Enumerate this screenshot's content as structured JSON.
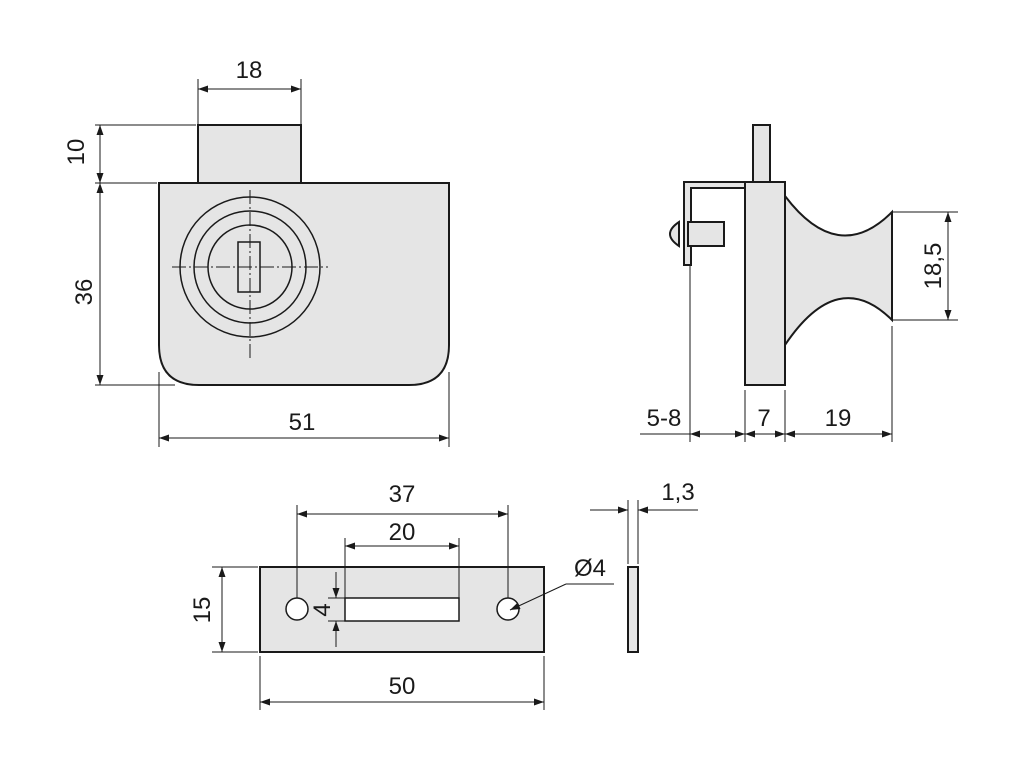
{
  "front_view": {
    "dim_tongue_width": "18",
    "dim_tongue_height": "10",
    "dim_body_height": "36",
    "dim_body_width": "51"
  },
  "side_view": {
    "dim_knob_diameter": "18,5",
    "dim_door_thickness": "5-8",
    "dim_plate_thickness": "7",
    "dim_knob_length": "19"
  },
  "strike_plate": {
    "dim_hole_spacing": "37",
    "dim_slot_length": "20",
    "dim_slot_height": "4",
    "dim_plate_height": "15",
    "dim_plate_width": "50",
    "dim_hole_diameter": "Ø4",
    "dim_plate_thickness": "1,3"
  },
  "colors": {
    "part_fill": "#e5e5e5",
    "line": "#1a1a1a",
    "background": "#ffffff"
  }
}
